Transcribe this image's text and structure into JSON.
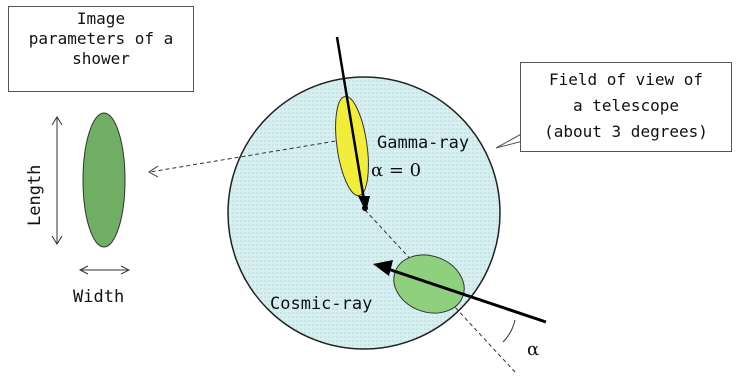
{
  "labels": {
    "image_parameters": "Image\nparameters of a\nshower",
    "field_of_view": "Field of view of\na telescope\n(about 3 degrees)",
    "gamma_ray": "Gamma-ray",
    "alpha_zero": "α = 0",
    "cosmic_ray": "Cosmic-ray",
    "alpha": "α",
    "length": "Length",
    "width": "Width"
  },
  "colors": {
    "field_fill": "#d6f0f2",
    "gamma_ellipse": "#f2ec3a",
    "cosmic_ellipse": "#8fd07e",
    "shower_ellipse": "#6fae63"
  }
}
